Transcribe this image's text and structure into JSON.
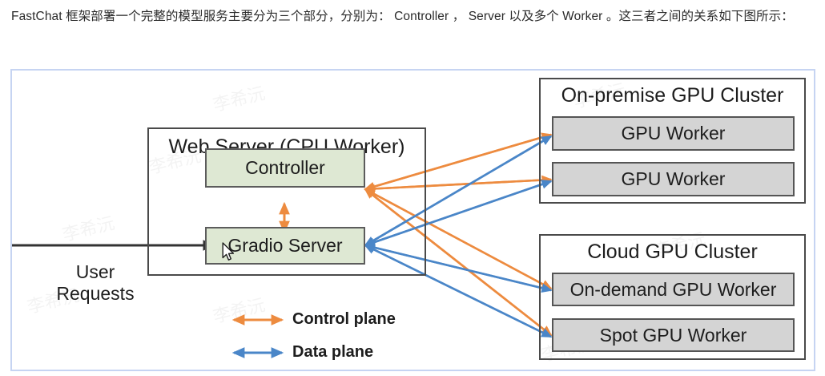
{
  "intro": {
    "text": "FastChat 框架部署一个完整的模型服务主要分为三个部分，分别为： Controller ， Server 以及多个 Worker 。这三者之间的关系如下图所示："
  },
  "diagram": {
    "user_requests_label": "User\nRequests",
    "web_server": {
      "title": "Web Server (CPU Worker)",
      "nodes": [
        {
          "label": "Controller",
          "fill": "#dee8d3"
        },
        {
          "label": "Gradio Server",
          "fill": "#dee8d3"
        }
      ]
    },
    "clusters": [
      {
        "title": "On-premise GPU Cluster",
        "workers": [
          {
            "label": "GPU Worker"
          },
          {
            "label": "GPU Worker"
          }
        ]
      },
      {
        "title": "Cloud GPU Cluster",
        "workers": [
          {
            "label": "On-demand GPU Worker"
          },
          {
            "label": "Spot GPU Worker"
          }
        ]
      }
    ],
    "legend": [
      {
        "label": "Control plane",
        "color": "#ed8b3f"
      },
      {
        "label": "Data plane",
        "color": "#4a86c8"
      }
    ],
    "colors": {
      "control_plane": "#ed8b3f",
      "data_plane": "#4a86c8",
      "node_fill_green": "#dee8d3",
      "worker_fill_grey": "#d4d4d4",
      "box_stroke": "#4a4a4a",
      "frame_border": "#c6d4f2",
      "user_arrow": "#333333"
    },
    "watermark_text": "李希沅"
  }
}
